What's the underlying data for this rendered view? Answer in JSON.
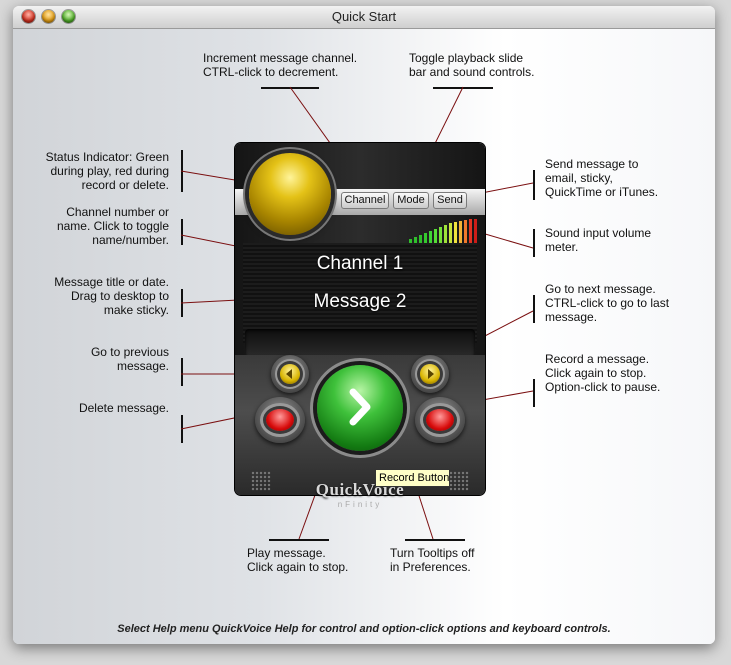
{
  "window": {
    "title": "Quick Start"
  },
  "device": {
    "buttons": {
      "channel": "Channel",
      "mode": "Mode",
      "send": "Send"
    },
    "screen": {
      "channel_text": "Channel 1",
      "message_text": "Message 2"
    },
    "brand": "QuickVoice",
    "brand_sub": "nFinity",
    "tooltip": "Record Button"
  },
  "annotations": {
    "increment_channel": "Increment message channel.\nCTRL-click to decrement.",
    "toggle_playback": "Toggle playback slide\nbar and sound controls.",
    "status_indicator": "Status Indicator: Green\nduring play, red during\nrecord or delete.",
    "channel_number": "Channel number or\nname. Click to toggle\nname/number.",
    "message_title": "Message title or date.\nDrag to desktop to\nmake sticky.",
    "prev_message": "Go to previous\nmessage.",
    "delete_message": "Delete message.",
    "send_message": "Send message to\nemail, sticky,\nQuickTime or iTunes.",
    "sound_input": "Sound input volume\nmeter.",
    "next_message": "Go to next message.\nCTRL-click to go to last\nmessage.",
    "record_message": "Record a message.\nClick again to stop.\nOption-click to pause.",
    "play_message": "Play message.\nClick again to stop.",
    "tooltips_off": "Turn Tooltips off\nin Preferences."
  },
  "footer": "Select Help menu QuickVoice Help for control and option-click options and keyboard controls.",
  "colors": {
    "status_light": "#d4b100",
    "play": "#2fae2b",
    "record": "#d80b0b"
  }
}
